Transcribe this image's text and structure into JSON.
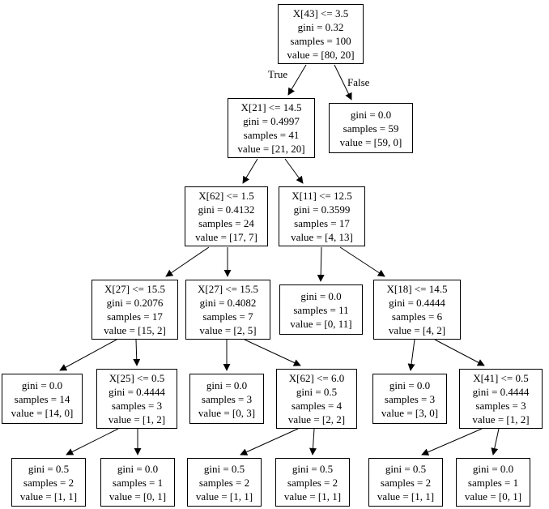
{
  "diagram": {
    "type": "decision-tree",
    "edge_labels": {
      "true_branch": "True",
      "false_branch": "False"
    },
    "colors": {
      "node_border": "#000000",
      "node_fill": "#ffffff",
      "edge": "#000000",
      "text": "#000000",
      "background": "#ffffff"
    }
  },
  "nodes": [
    {
      "condition": "X[43] <= 3.5",
      "gini": "gini = 0.32",
      "samples": "samples = 100",
      "value": "value = [80, 20]"
    },
    {
      "condition": "X[21] <= 14.5",
      "gini": "gini = 0.4997",
      "samples": "samples = 41",
      "value": "value = [21, 20]"
    },
    {
      "gini": "gini = 0.0",
      "samples": "samples = 59",
      "value": "value = [59, 0]"
    },
    {
      "condition": "X[62] <= 1.5",
      "gini": "gini = 0.4132",
      "samples": "samples = 24",
      "value": "value = [17, 7]"
    },
    {
      "condition": "X[11] <= 12.5",
      "gini": "gini = 0.3599",
      "samples": "samples = 17",
      "value": "value = [4, 13]"
    },
    {
      "condition": "X[27] <= 15.5",
      "gini": "gini = 0.2076",
      "samples": "samples = 17",
      "value": "value = [15, 2]"
    },
    {
      "condition": "X[27] <= 15.5",
      "gini": "gini = 0.4082",
      "samples": "samples = 7",
      "value": "value = [2, 5]"
    },
    {
      "gini": "gini = 0.0",
      "samples": "samples = 11",
      "value": "value = [0, 11]"
    },
    {
      "condition": "X[18] <= 14.5",
      "gini": "gini = 0.4444",
      "samples": "samples = 6",
      "value": "value = [4, 2]"
    },
    {
      "gini": "gini = 0.0",
      "samples": "samples = 14",
      "value": "value = [14, 0]"
    },
    {
      "condition": "X[25] <= 0.5",
      "gini": "gini = 0.4444",
      "samples": "samples = 3",
      "value": "value = [1, 2]"
    },
    {
      "gini": "gini = 0.0",
      "samples": "samples = 3",
      "value": "value = [0, 3]"
    },
    {
      "condition": "X[62] <= 6.0",
      "gini": "gini = 0.5",
      "samples": "samples = 4",
      "value": "value = [2, 2]"
    },
    {
      "gini": "gini = 0.0",
      "samples": "samples = 3",
      "value": "value = [3, 0]"
    },
    {
      "condition": "X[41] <= 0.5",
      "gini": "gini = 0.4444",
      "samples": "samples = 3",
      "value": "value = [1, 2]"
    },
    {
      "gini": "gini = 0.5",
      "samples": "samples = 2",
      "value": "value = [1, 1]"
    },
    {
      "gini": "gini = 0.0",
      "samples": "samples = 1",
      "value": "value = [0, 1]"
    },
    {
      "gini": "gini = 0.5",
      "samples": "samples = 2",
      "value": "value = [1, 1]"
    },
    {
      "gini": "gini = 0.5",
      "samples": "samples = 2",
      "value": "value = [1, 1]"
    },
    {
      "gini": "gini = 0.5",
      "samples": "samples = 2",
      "value": "value = [1, 1]"
    },
    {
      "gini": "gini = 0.0",
      "samples": "samples = 1",
      "value": "value = [0, 1]"
    }
  ],
  "edges": [
    {
      "from": 0,
      "to": 1,
      "label": "True"
    },
    {
      "from": 0,
      "to": 2,
      "label": "False"
    },
    {
      "from": 1,
      "to": 3
    },
    {
      "from": 1,
      "to": 4
    },
    {
      "from": 3,
      "to": 5
    },
    {
      "from": 3,
      "to": 6
    },
    {
      "from": 4,
      "to": 7
    },
    {
      "from": 4,
      "to": 8
    },
    {
      "from": 5,
      "to": 9
    },
    {
      "from": 5,
      "to": 10
    },
    {
      "from": 6,
      "to": 11
    },
    {
      "from": 6,
      "to": 12
    },
    {
      "from": 8,
      "to": 13
    },
    {
      "from": 8,
      "to": 14
    },
    {
      "from": 10,
      "to": 15
    },
    {
      "from": 10,
      "to": 16
    },
    {
      "from": 12,
      "to": 17
    },
    {
      "from": 12,
      "to": 18
    },
    {
      "from": 14,
      "to": 19
    },
    {
      "from": 14,
      "to": 20
    }
  ]
}
